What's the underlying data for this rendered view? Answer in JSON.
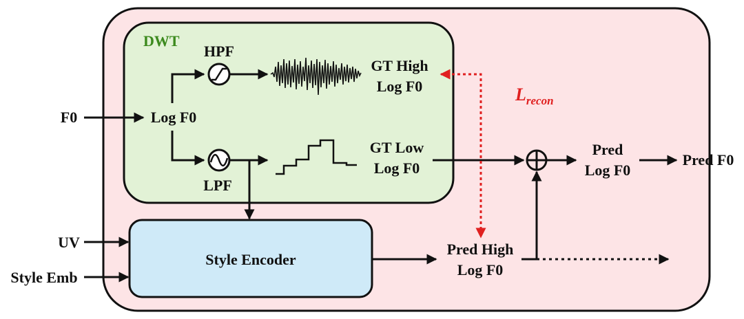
{
  "inputs": {
    "f0": "F0",
    "uv": "UV",
    "style_emb": "Style Emb"
  },
  "dwt": {
    "title": "DWT",
    "log_f0": "Log F0",
    "hpf": "HPF",
    "lpf": "LPF",
    "gt_high_1": "GT High",
    "gt_high_2": "Log F0",
    "gt_low_1": "GT Low",
    "gt_low_2": "Log F0"
  },
  "style_encoder": "Style Encoder",
  "pred_high_1": "Pred High",
  "pred_high_2": "Log F0",
  "loss": {
    "symbol": "L",
    "subscript": "recon"
  },
  "pred_log_1": "Pred",
  "pred_log_2": "Log F0",
  "output": "Pred F0",
  "colors": {
    "outer_fill": "#fde4e6",
    "dwt_fill": "#e2f2d6",
    "encoder_fill": "#cfeaf8",
    "loss_arrow": "#e02020",
    "dwt_title": "#3c8a1e"
  }
}
